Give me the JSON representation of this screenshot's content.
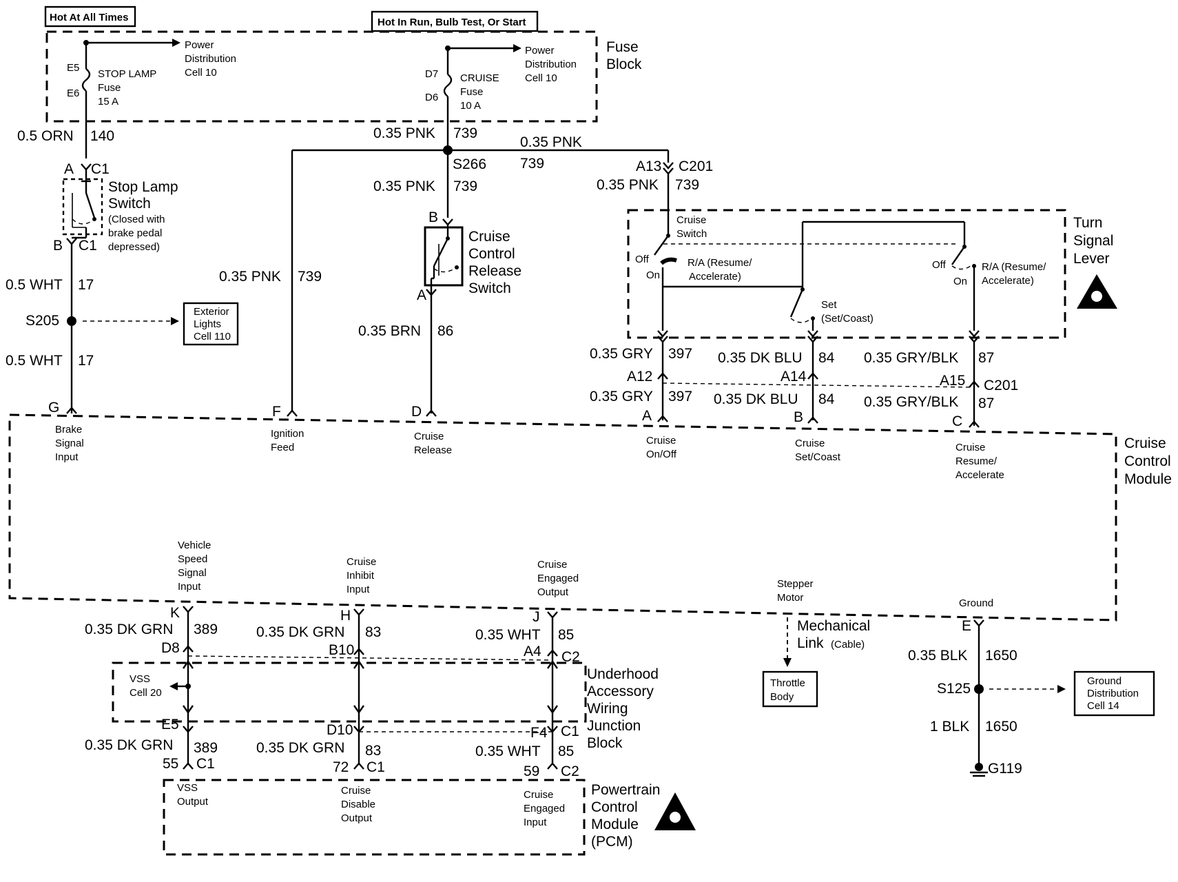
{
  "boxes": {
    "hot_at_all_times": "Hot At All Times",
    "hot_in_run": "Hot In Run, Bulb Test, Or Start",
    "exterior_lights": [
      "Exterior",
      "Lights",
      "Cell 110"
    ],
    "ground_distribution": [
      "Ground",
      "Distribution",
      "Cell 14"
    ],
    "throttle_body": [
      "Throttle",
      "Body"
    ]
  },
  "fuse_block": {
    "title": [
      "Fuse",
      "Block"
    ],
    "power_dist_left": [
      "Power",
      "Distribution",
      "Cell 10"
    ],
    "power_dist_right": [
      "Power",
      "Distribution",
      "Cell 10"
    ],
    "stop_lamp_fuse": [
      "STOP LAMP",
      "Fuse",
      "15 A"
    ],
    "cruise_fuse": [
      "CRUISE",
      "Fuse",
      "10 A"
    ],
    "pins": {
      "e5": "E5",
      "e6": "E6",
      "d7": "D7",
      "d6": "D6"
    }
  },
  "stop_lamp_switch": {
    "title": [
      "Stop Lamp",
      "Switch"
    ],
    "note": [
      "(Closed with",
      "brake pedal",
      "depressed)"
    ],
    "pin_a": "A",
    "pin_b": "B",
    "conn_c1a": "C1",
    "conn_c1b": "C1"
  },
  "release_switch": {
    "title": [
      "Cruise",
      "Control",
      "Release",
      "Switch"
    ],
    "pin_b": "B",
    "pin_a": "A"
  },
  "turn_signal_lever": {
    "title": [
      "Turn",
      "Signal",
      "Lever"
    ],
    "cruise_switch": [
      "Cruise",
      "Switch"
    ],
    "off_left": "Off",
    "on_left": "On",
    "ra_left": [
      "R/A (Resume/",
      "Accelerate)"
    ],
    "off_right": "Off",
    "on_right": "On",
    "ra_right": [
      "R/A (Resume/",
      "Accelerate)"
    ],
    "set": [
      "Set",
      "(Set/Coast)"
    ]
  },
  "wires": {
    "w140_gauge": "0.5 ORN",
    "w140_num": "140",
    "w17a_gauge": "0.5 WHT",
    "w17a_num": "17",
    "w17b_gauge": "0.5 WHT",
    "w17b_num": "17",
    "w739_a_gauge": "0.35 PNK",
    "w739_a_num": "739",
    "w739_b_gauge": "0.35 PNK",
    "w739_b_num": "739",
    "w739_c_gauge": "0.35 PNK",
    "w739_c_num": "739",
    "w739_d_gauge": "0.35 PNK",
    "w739_d_num": "739",
    "w739_e_gauge": "0.35 PNK",
    "w739_e_num": "739",
    "w86_gauge": "0.35 BRN",
    "w86_num": "86",
    "w397a_gauge": "0.35 GRY",
    "w397a_num": "397",
    "w397b_gauge": "0.35 GRY",
    "w397b_num": "397",
    "w84a_gauge": "0.35 DK BLU",
    "w84a_num": "84",
    "w84b_gauge": "0.35 DK BLU",
    "w84b_num": "84",
    "w87a_gauge": "0.35 GRY/BLK",
    "w87a_num": "87",
    "w87b_gauge": "0.35 GRY/BLK",
    "w87b_num": "87",
    "w389a_gauge": "0.35 DK GRN",
    "w389a_num": "389",
    "w389b_gauge": "0.35 DK GRN",
    "w389b_num": "389",
    "w83a_gauge": "0.35 DK GRN",
    "w83a_num": "83",
    "w83b_gauge": "0.35 DK GRN",
    "w83b_num": "83",
    "w85a_gauge": "0.35 WHT",
    "w85a_num": "85",
    "w85b_gauge": "0.35 WHT",
    "w85b_num": "85",
    "w1650a_gauge": "0.35 BLK",
    "w1650a_num": "1650",
    "w1650b_gauge": "1 BLK",
    "w1650b_num": "1650"
  },
  "splices": {
    "s205": "S205",
    "s266": "S266",
    "s125": "S125",
    "g119": "G119"
  },
  "connectors": {
    "a13": "A13",
    "c201_top": "C201",
    "a12": "A12",
    "a14": "A14",
    "a15": "A15",
    "c201_mid": "C201",
    "d8": "D8",
    "b10": "B10",
    "a4": "A4",
    "c2_top": "C2",
    "e5": "E5",
    "d10": "D10",
    "f4": "F4",
    "c1_jb": "C1",
    "n55": "55",
    "n72": "72",
    "n59": "59",
    "c1_a": "C1",
    "c1_b": "C1",
    "c2_bot": "C2"
  },
  "ccm": {
    "title": [
      "Cruise",
      "Control",
      "Module"
    ],
    "pins": {
      "g": "G",
      "f": "F",
      "d": "D",
      "a": "A",
      "b": "B",
      "c": "C",
      "k": "K",
      "h": "H",
      "j": "J",
      "e": "E"
    },
    "brake": [
      "Brake",
      "Signal",
      "Input"
    ],
    "ignition": [
      "Ignition",
      "Feed"
    ],
    "release": [
      "Cruise",
      "Release"
    ],
    "onoff": [
      "Cruise",
      "On/Off"
    ],
    "setcoast": [
      "Cruise",
      "Set/Coast"
    ],
    "resume": [
      "Cruise",
      "Resume/",
      "Accelerate"
    ],
    "vss_in": [
      "Vehicle",
      "Speed",
      "Signal",
      "Input"
    ],
    "inhibit": [
      "Cruise",
      "Inhibit",
      "Input"
    ],
    "engaged_out": [
      "Cruise",
      "Engaged",
      "Output"
    ],
    "stepper": [
      "Stepper",
      "Motor"
    ],
    "ground": "Ground"
  },
  "mech_link": [
    "Mechanical",
    "Link"
  ],
  "mech_link_sub": "(Cable)",
  "uawjb": {
    "title": [
      "Underhood",
      "Accessory",
      "Wiring",
      "Junction",
      "Block"
    ],
    "vss": [
      "VSS",
      "Cell 20"
    ]
  },
  "pcm": {
    "title": [
      "Powertrain",
      "Control",
      "Module",
      "(PCM)"
    ],
    "vss_out": [
      "VSS",
      "Output"
    ],
    "disable": [
      "Cruise",
      "Disable",
      "Output"
    ],
    "engaged_in": [
      "Cruise",
      "Engaged",
      "Input"
    ]
  }
}
